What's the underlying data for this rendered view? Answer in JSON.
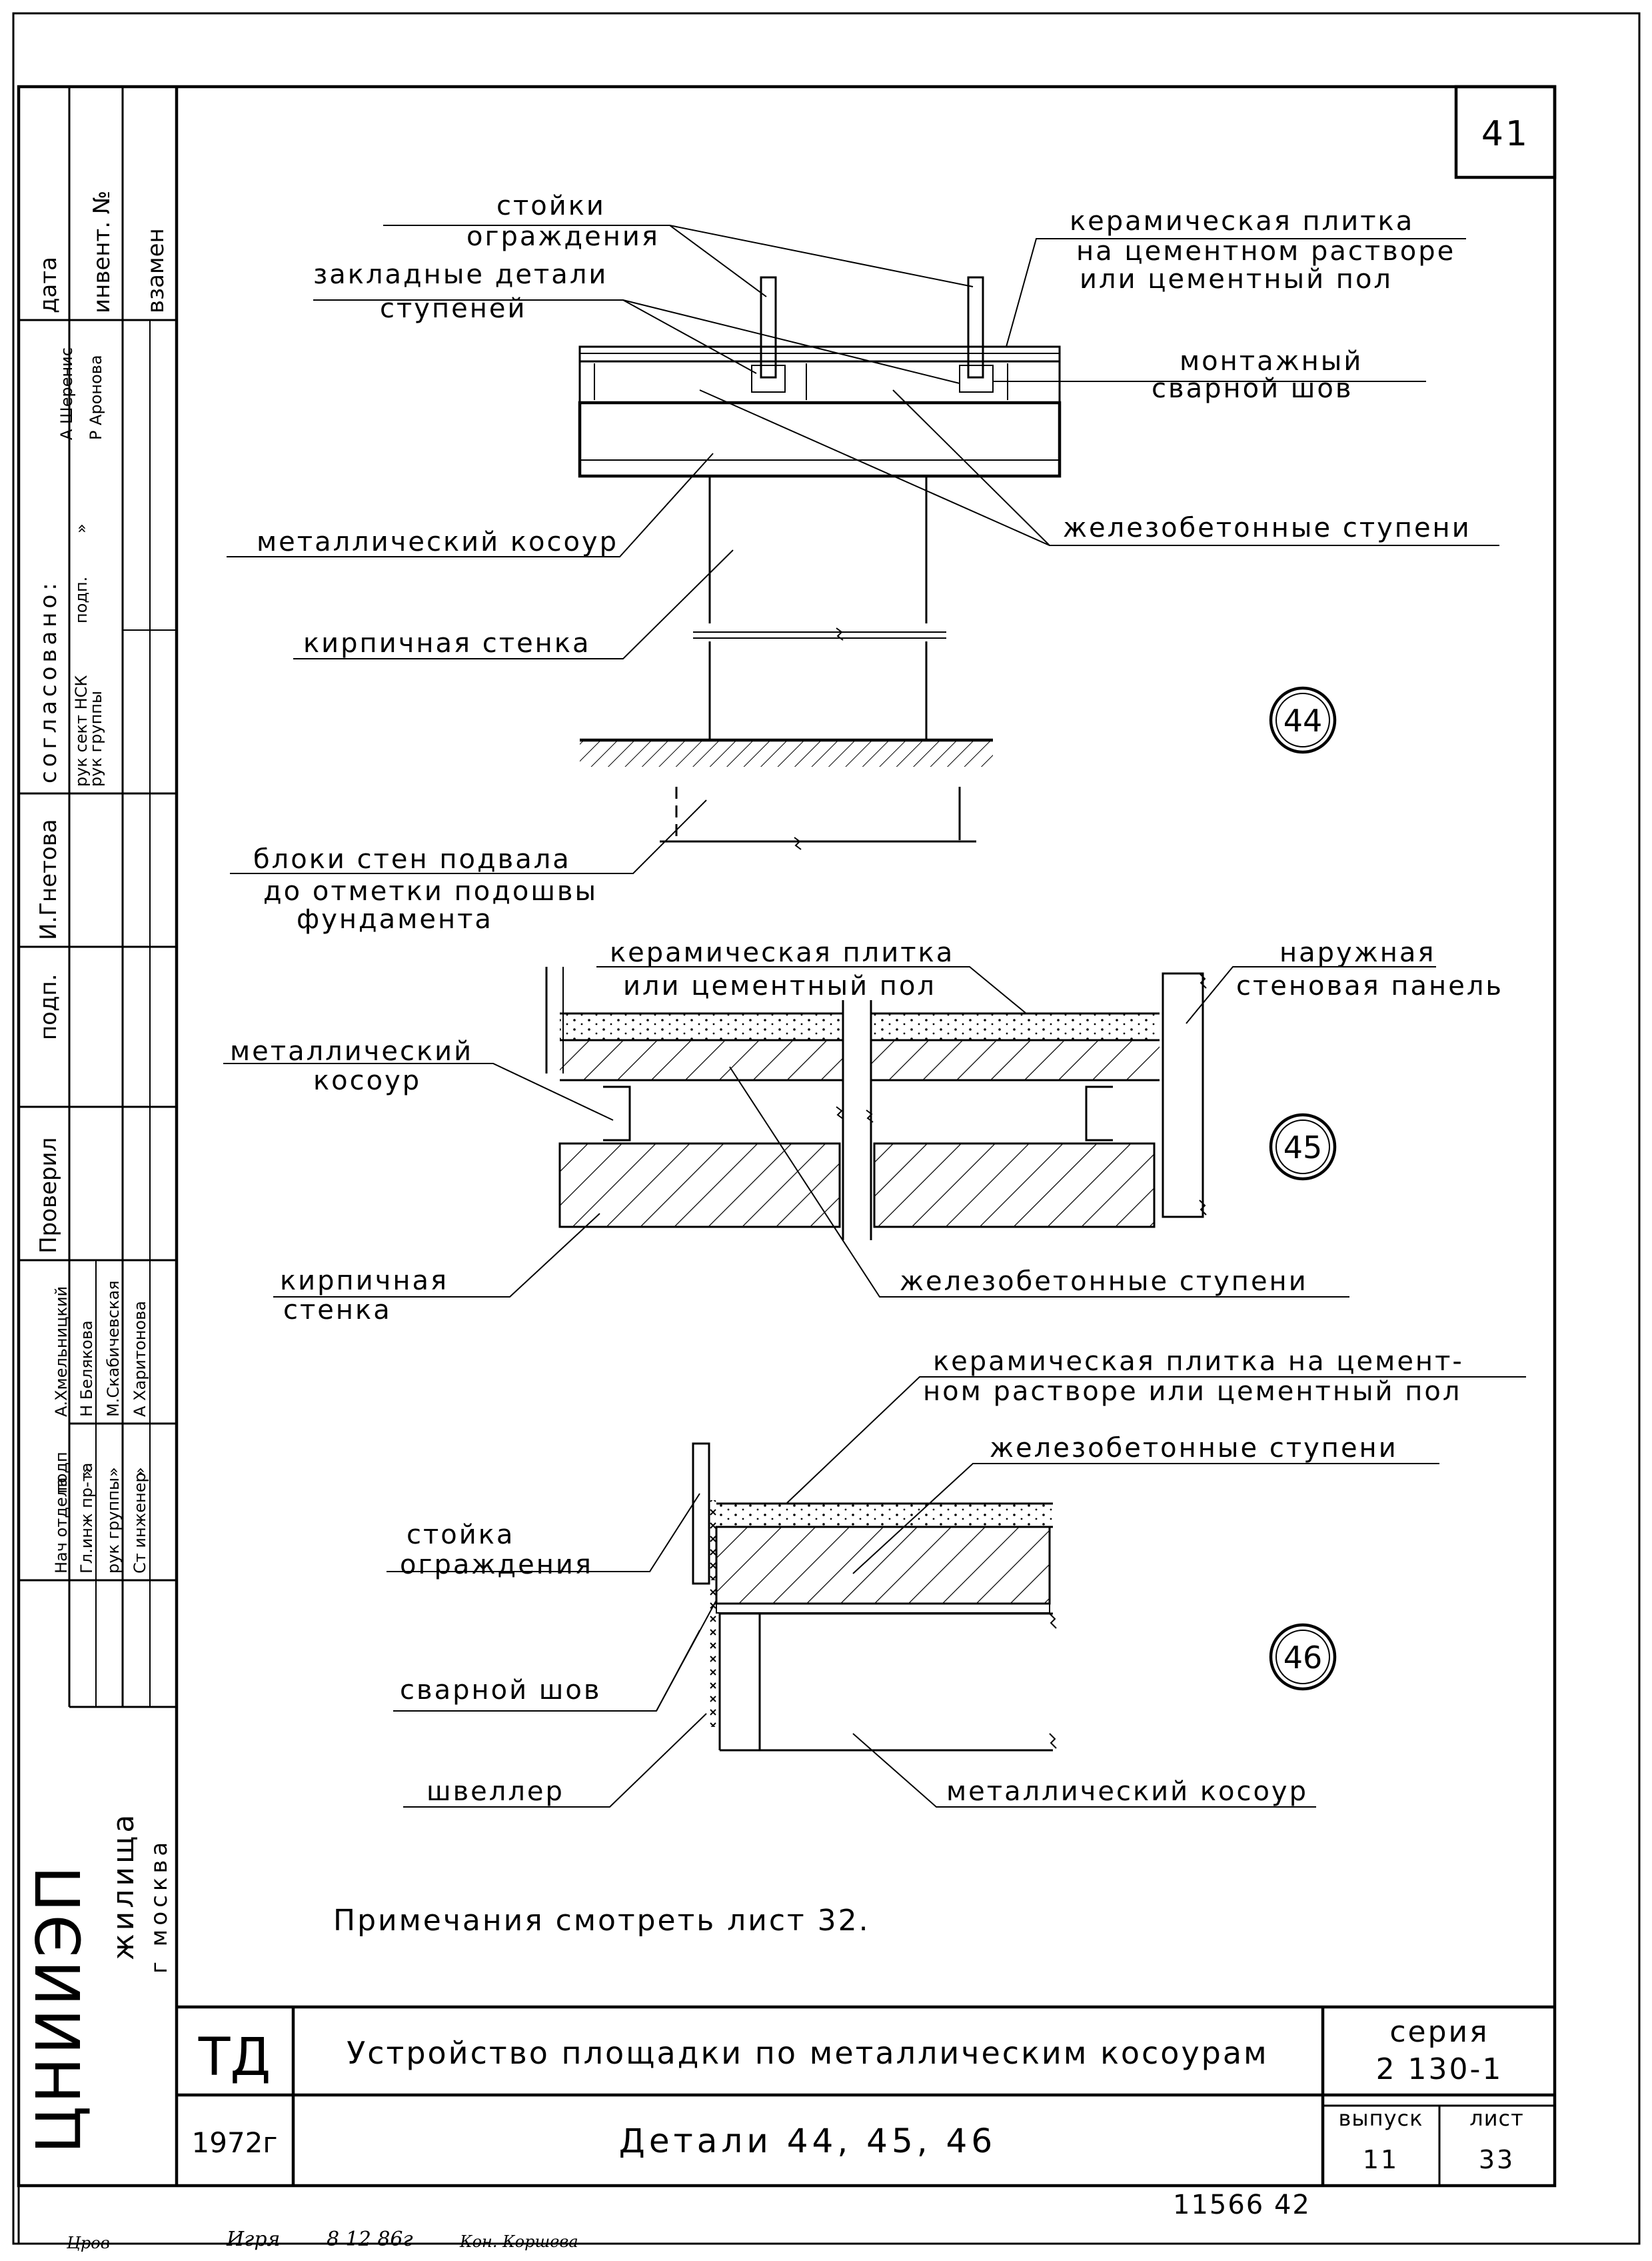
{
  "sheet_number": "41",
  "details": {
    "d44": {
      "marker": "44",
      "labels": {
        "posts_1": "стойки",
        "posts_2": "ограждения",
        "embedded_1": "закладные детали",
        "embedded_2": "ступеней",
        "tile_1": "керамическая плитка",
        "tile_2": "на цементном растворе",
        "tile_3": "или цементный пол",
        "weld_1": "монтажный",
        "weld_2": "сварной шов",
        "stringer": "металлический косоур",
        "steps": "железобетонные ступени",
        "brick": "кирпичная стенка",
        "blocks_1": "блоки стен подвала",
        "blocks_2": "до отметки подошвы",
        "blocks_3": "фундамента"
      }
    },
    "d45": {
      "marker": "45",
      "labels": {
        "tile_1": "керамическая плитка",
        "tile_2": "или цементный пол",
        "panel_1": "наружная",
        "panel_2": "стеновая панель",
        "stringer_1": "металлический",
        "stringer_2": "косоур",
        "brick_1": "кирпичная",
        "brick_2": "стенка",
        "steps": "железобетонные ступени"
      }
    },
    "d46": {
      "marker": "46",
      "labels": {
        "tile_1": "керамическая плитка на цемент-",
        "tile_2": "ном растворе или цементный пол",
        "steps": "железобетонные ступени",
        "post_1": "стойка",
        "post_2": "ограждения",
        "weld": "сварной шов",
        "channel": "швеллер",
        "stringer": "металлический косоур"
      }
    }
  },
  "note": "Примечания смотреть лист 32.",
  "title_block": {
    "code": "ТД",
    "year": "1972г",
    "title": "Устройство площадки по металлическим косоурам",
    "subtitle": "Детали 44, 45, 46",
    "series_label": "серия",
    "series_value": "2 130-1",
    "issue_label": "выпуск",
    "issue_value": "11",
    "sheet_label": "лист",
    "sheet_value": "33"
  },
  "archive_number": "11566 42",
  "side_stamp": {
    "agreed_label": "согласовано:",
    "date_label": "дата",
    "inv_label": "инвент. №",
    "replace_label": "взамен",
    "sign_label": "подп.",
    "ditto": "»",
    "rows": [
      {
        "role": "рук сект НСК",
        "name": "А Шеренис"
      },
      {
        "role": "рук группы",
        "name": "Р Аронова"
      }
    ],
    "gnetova": "И.Гнетова",
    "podp_label": "подп.",
    "checked_label": "Проверил",
    "staff": [
      {
        "role": "Нач отдела",
        "sign": "подп",
        "name": "А.Хмельницкий"
      },
      {
        "role": "Гл.инж пр-та",
        "sign": "»",
        "name": "Н Белякова"
      },
      {
        "role": "рук группы",
        "sign": "»",
        "name": "М.Скабичевская"
      },
      {
        "role": "Ст инженер",
        "sign": "»",
        "name": "А Харитонова"
      }
    ],
    "org_name": "ЦНИИЭП",
    "org_sub": "жилища",
    "org_city": "г москва"
  },
  "handwritten": [
    "Цров",
    "Игря",
    "8 12 86г",
    "Кон. Коршева"
  ]
}
